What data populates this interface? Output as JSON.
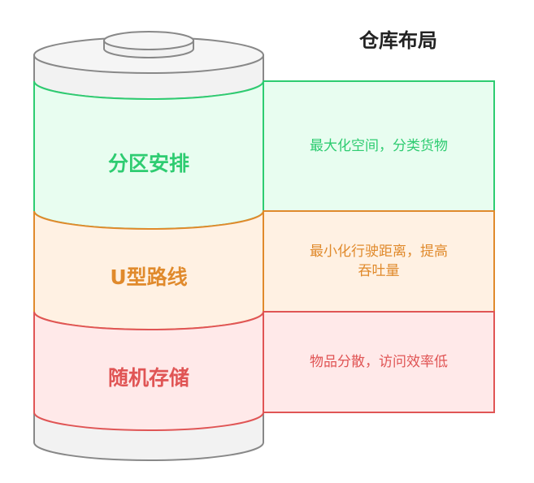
{
  "title": "仓库布局",
  "layers": [
    {
      "label": "分区安排",
      "description": "最大化空间，分类货物",
      "color": "#2ecc71",
      "fill": "#e8fdf0"
    },
    {
      "label": "U型路线",
      "description": "最小化行驶距离，提高吞吐量",
      "color": "#e08a2c",
      "fill": "#fff1e3"
    },
    {
      "label": "随机存储",
      "description": "物品分散，访问效率低",
      "color": "#e05555",
      "fill": "#ffe9e9"
    }
  ]
}
